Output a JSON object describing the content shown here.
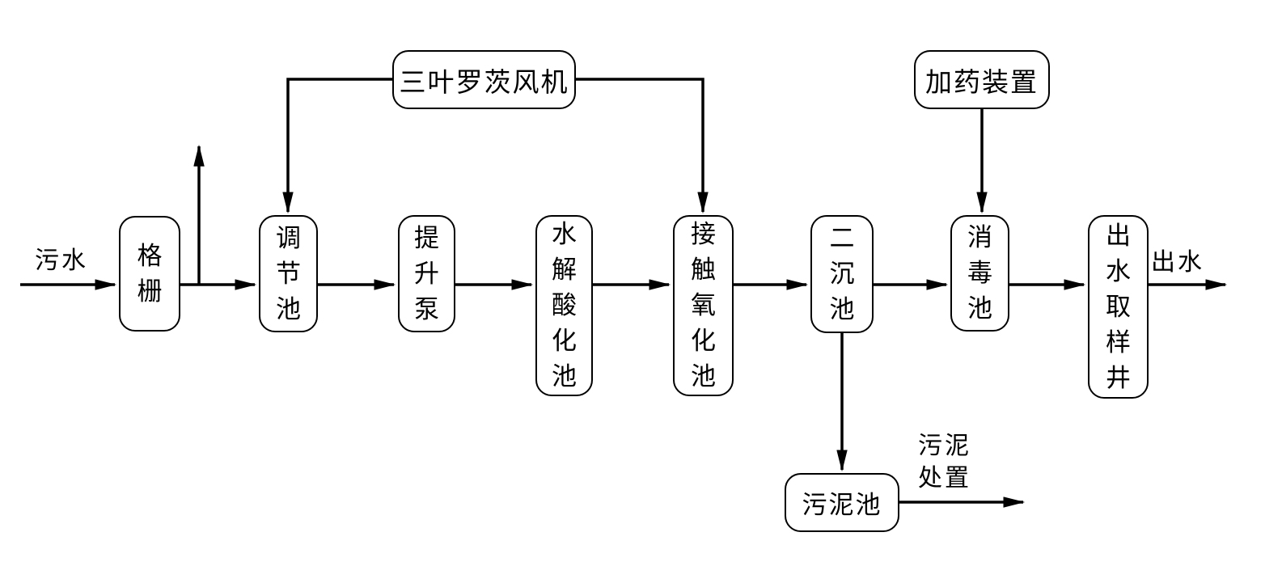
{
  "diagram": {
    "description": "wastewater treatment process flow diagram",
    "colors": {
      "background": "#ffffff",
      "line": "#000000",
      "box_border": "#000000",
      "text": "#000000"
    },
    "nodes": {
      "blower": {
        "label": "三叶罗茨风机"
      },
      "dosing_device": {
        "label": "加药装置"
      },
      "grate": {
        "label": "格\n栅"
      },
      "regulating_tank": {
        "label": "调\n节\n池"
      },
      "lift_pump": {
        "label": "提\n升\n泵"
      },
      "hydrolysis_acidification_tank": {
        "label": "水\n解\n酸\n化\n池"
      },
      "contact_oxidation_tank": {
        "label": "接\n触\n氧\n化\n池"
      },
      "secondary_sedimentation_tank": {
        "label": "二\n沉\n池"
      },
      "disinfection_tank": {
        "label": "消\n毒\n池"
      },
      "effluent_sampling_well": {
        "label": "出\n水\n取\n样\n井"
      },
      "sludge_tank": {
        "label": "污泥池"
      }
    },
    "labels": {
      "inflow": "污水",
      "outflow": "出水",
      "sludge_disposal": "污泥\n处置"
    },
    "edges": [
      {
        "from": "inflow",
        "to": "grate",
        "type": "arrow"
      },
      {
        "from": "grate",
        "to": "regulating_tank",
        "type": "arrow"
      },
      {
        "from": "grate-regulating-line",
        "to": "up-vent",
        "type": "arrow-up-branch"
      },
      {
        "from": "regulating_tank",
        "to": "lift_pump",
        "type": "arrow"
      },
      {
        "from": "lift_pump",
        "to": "hydrolysis_acidification_tank",
        "type": "arrow"
      },
      {
        "from": "hydrolysis_acidification_tank",
        "to": "contact_oxidation_tank",
        "type": "arrow"
      },
      {
        "from": "contact_oxidation_tank",
        "to": "secondary_sedimentation_tank",
        "type": "arrow"
      },
      {
        "from": "secondary_sedimentation_tank",
        "to": "disinfection_tank",
        "type": "arrow"
      },
      {
        "from": "disinfection_tank",
        "to": "effluent_sampling_well",
        "type": "arrow"
      },
      {
        "from": "effluent_sampling_well",
        "to": "outflow",
        "type": "arrow"
      },
      {
        "from": "blower",
        "to": "regulating_tank",
        "type": "elbow-arrow"
      },
      {
        "from": "blower",
        "to": "contact_oxidation_tank",
        "type": "elbow-arrow"
      },
      {
        "from": "dosing_device",
        "to": "disinfection_tank",
        "type": "arrow"
      },
      {
        "from": "secondary_sedimentation_tank",
        "to": "sludge_tank",
        "type": "arrow"
      },
      {
        "from": "sludge_tank",
        "to": "sludge_disposal",
        "type": "arrow"
      }
    ]
  }
}
